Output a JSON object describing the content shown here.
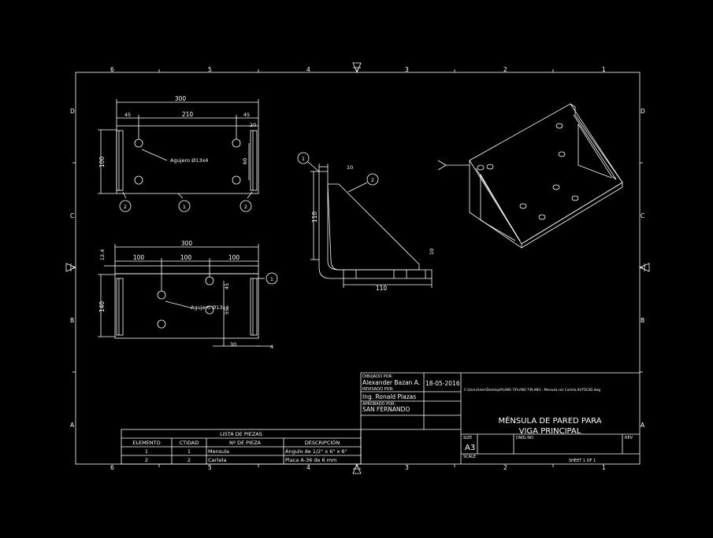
{
  "border": {
    "columns_top": [
      "6",
      "5",
      "4",
      "3",
      "2",
      "1"
    ],
    "columns_bottom": [
      "6",
      "5",
      "4",
      "3",
      "2",
      "1"
    ],
    "rows_left": [
      "D",
      "C",
      "B",
      "A"
    ],
    "rows_right": [
      "D",
      "C",
      "B",
      "A"
    ]
  },
  "top_view": {
    "dim_overall": "300",
    "dim_left": "45",
    "dim_middle": "210",
    "dim_right": "45",
    "dim_height": "100",
    "dim_hole_spacing": "60",
    "dim_small": "20",
    "hole_note": "Agujero Ø13x4",
    "balloons": [
      "2",
      "1",
      "2"
    ]
  },
  "front_view": {
    "dim_overall": "300",
    "dim_a": "100",
    "dim_b": "100",
    "dim_c": "100",
    "dim_top": "12.4",
    "dim_height": "140",
    "dim_v1": "45",
    "dim_v2": "55",
    "dim_bottom": "30",
    "dim_bottom_right": "4",
    "hole_note": "Agujero Ø13x4",
    "balloon": "1"
  },
  "side_view": {
    "dim_top": "10",
    "dim_height": "110",
    "dim_width": "110",
    "dim_right": "10",
    "balloons": [
      "1",
      "2"
    ]
  },
  "title_block": {
    "drawn_label": "DIBUJADO POR:",
    "drawn_by": "Alexander Bazan A.",
    "date": "18-05-2016",
    "reviewed_label": "REVISADO POR:",
    "reviewed_by": "Ing. Ronald Plazas",
    "approved_label": "APROBADO POR:",
    "approved_by": "SAN FERNANDO",
    "file_path": "C:\\Users\\User\\Desktop\\PLANO 7\\PLANO 7\\PLANO - Mensula con Cartela.AUTOCAD.dwg",
    "title_line1": "MÉNSULA DE PARED PARA",
    "title_line2": "VIGA PRINCIPAL",
    "size_label": "SIZE",
    "size_value": "A3",
    "dwg_label": "DWG NO",
    "rev_label": "REV",
    "scale_label": "SCALE",
    "sheet": "SHEET 1 OF 1"
  },
  "parts_list": {
    "title": "LISTA DE PIEZAS",
    "headers": [
      "ELEMENTO",
      "CTIDAD",
      "Nº DE PIEZA",
      "DESCRIPCIÓN"
    ],
    "rows": [
      [
        "1",
        "1",
        "Mensula",
        "Ángulo de 1/2\" x 6\" x 6\""
      ],
      [
        "2",
        "2",
        "Cartela",
        "Placa A-36 de 6 mm"
      ]
    ]
  }
}
